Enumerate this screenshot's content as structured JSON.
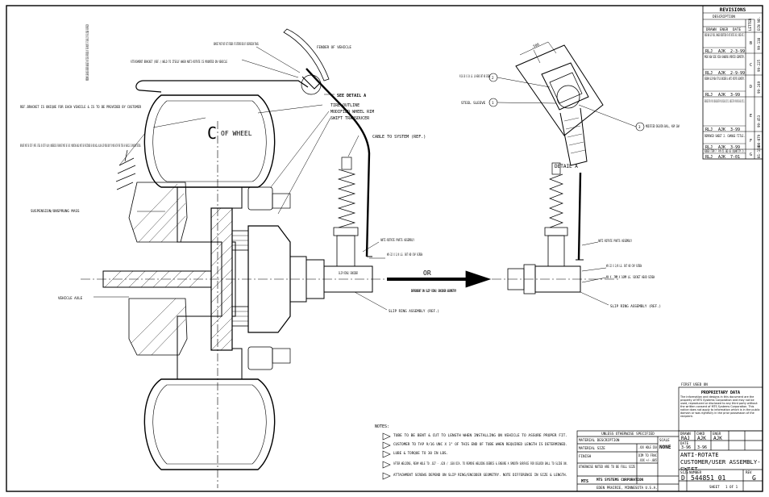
{
  "revisions": {
    "title": "REVISIONS",
    "header_description": "DESCRIPTION",
    "header_letter": "LETTER",
    "header_ecn": "ECN NO.",
    "header_drawn": "DRAWN",
    "header_engr": "ENGR",
    "header_date": "DATE",
    "rows": [
      {
        "desc": "ADDED NEW SLIP RING, CHANGED ORIENTATION OF ANTI-ROTATE ASSY, ADDED SHT 2.",
        "drawn": "RLJ",
        "engr": "AJK",
        "date": "2-3-99",
        "letter": "B",
        "ecn": "99-138"
      },
      {
        "desc": "MADE NEW SIDE VIEW SHOWING UPDATED GEOMETRY.",
        "drawn": "RLJ",
        "engr": "AJK",
        "date": "2-9-99",
        "letter": "C",
        "ecn": "99-225"
      },
      {
        "desc": "REDRAW SLIP/NEW STYLE ENCODER & ANTI-ROTATE GEOMETRY.",
        "drawn": "RLJ",
        "engr": "AJK",
        "date": "3-99",
        "letter": "D",
        "ecn": "99-249"
      },
      {
        "desc": "REPLACED ITEM 4 P/N 54-500-001 WITH P/N 54-502-001 (QTY.2). ADDED ITEM 8 P/N 09-503-003 (QTY.2).",
        "drawn": "RLJ",
        "engr": "AJK",
        "date": "3-99",
        "letter": "E",
        "ecn": "99-453"
      },
      {
        "desc": "REMOVED SHEET 2. CHANGE TITLE.",
        "drawn": "RLJ",
        "engr": "AJK",
        "date": "3-99",
        "letter": "F",
        "ecn": "00-079"
      },
      {
        "desc": "ADDED ITEM 7. P/N 51-302-03 (QUANTITY 2).",
        "drawn": "RLJ",
        "engr": "AJK",
        "date": "7-01",
        "letter": "G",
        "ecn": "01-150"
      }
    ]
  },
  "labels": {
    "fender": "FENDER OF VEHICLE",
    "bracket_note": "BRACKET MUST NOT HIT FENDER AT EXTREME END OF SUSPENSION TRAVEL",
    "attach_note": "ATTACHMENT BRACKET (REF.) WELD TO ITSELF WHEN ANTI-ROTATE IS MOUNTED ON VEHICLE",
    "min_clearance": "MINIMUM CLEARANCE BETWEEN BRACKET AND TIRE DEPENDING ON THE AMOUNT OF TRAVEL IN THE LINKED SUSPENSION",
    "ref_bracket": "REF.BRACKET IS UNIQUE FOR EACH VEHICLE & IS TO BE PROVIDED BY CUSTOMER",
    "bracket_stiff": "BRACKET MUST BE STIFF (PREF. STEEL OR STIFF ALUM.) UNDERSIDE OF BRACKET MUST BE FLAT. MOUNTING HOLE MUST BE POSITIONED SO ROD WILL ALLOW SLIP RING BODY TO MOVE WITH THE TIRE AS VEHICLE IS MOVING/TESTING.",
    "see_detail": "SEE DETAIL A",
    "tire_outline": "TIRE OUTLINE",
    "wheel_rim": "MODIFIED WHEEL RIM",
    "swift": "SWIFT TRANSDUCER",
    "cable": "CABLE TO SYSTEM (REF.)",
    "cl_wheel": "OF WHEEL",
    "cl_symbol": "C",
    "suspension": "SUSPENSION/UNSPRUNG MASS",
    "vehicle_axle": "VEHICLE AXLE",
    "anti_rotate": "ANTI-ROTATE PARTS ASSEMBLY",
    "screw_left": "#8-32 X 1/4 LG. SKT HD CAP SCREW",
    "slip_ring_label": "SLIP RING/ ENCODER",
    "slip_assy": "SLIP RING ASSEMBLY (REF.)",
    "or_label": "OR",
    "dependent": "DEPENDENT ON SLIP RING/ ENCODER GEOMETRY",
    "screw_right1": "#8-32 X 3/8 LG. SKT HD CAP SCREW",
    "screw_right2": "M4 X .7MM X 16MM LG. SOCKET HEAD SCREW",
    "slip_assy_right": "SLIP RING ASSEMBLY (REF.)",
    "anti_rotate_right": "ANTI-ROTATE PARTS ASSEMBLY",
    "detail_title": "DETAIL A",
    "detail_screw": "9/16-18 X 3/4 LG. LO-HEAD SKT HD SCREW",
    "steel_sleeve": "STEEL SLEEVE",
    "delrin": "MODIFIED DELRIN BALL, ASM 10A",
    "detail_dim": ".500",
    "balloon_2": "2",
    "balloon_1": "1",
    "balloon_3": "3"
  },
  "notes": {
    "title": "NOTES:",
    "items": [
      "TUBE TO BE BENT & CUT TO LENGTH WHEN INSTALLING ON VEHICLE TO ASSURE PROPER FIT.",
      "CUSTOMER TO TAP 9/16 UNC X 1\" OF THIS END OF TUBE WHEN REQUIRED LENGTH IS DETERMINED.",
      "LUBE & TORQUE TO 30 IN LBS.",
      "AFTER WELDING, REAM HOLE TO .627 - .628 / .630 DIA. TO REMOVE WELDING DEBRIS & ENSURE A SMOOTH SURFACE FOR DELRIN BALL TO SLIDE ON.",
      "ATTACHMENT SCREWS DEPEND ON SLIP RING/ENCODER GEOMETRY. NOTE DIFFERENCE IN SIZE & LENGTH."
    ]
  },
  "proprietary": {
    "title": "PROPRIETARY DATA",
    "body": "The information and designs in this document are the property of MTS Systems Corporation and may not be used, reproduced or disclosed to any third party without the written consent of MTS Systems Corporation. This notice does not apply to information which is in the public domain or was rightfully in the prior possession of the recipient."
  },
  "title_block": {
    "unless": "UNLESS OTHERWISE SPECIFIED",
    "material_desc": "MATERIAL DESCRIPTION",
    "material_size": "MATERIAL SIZE",
    "finish": "FINISH",
    "xxx": ".XXX HOLE DIA",
    "tol_a": "DIM TO FRAC",
    "tol_b": ".XXX +/-.005",
    "scale_label": "SCALE",
    "scale_value": "NONE",
    "drawn_label": "DRAWN",
    "drawn_value": "RAJ",
    "chkd_label": "CHKD",
    "chkd_value": "AJK",
    "engr_label": "ENGR",
    "engr_value": "AJK",
    "date_label": "DATE",
    "date1": "3-96",
    "date2": "3-96",
    "title": "ANTI-ROTATE CUSTOMER/USER ASSEMBLY-SWIFT",
    "company": "MTS SYSTEMS CORPORATION",
    "city": "EDEN PRAIRIE, MINNESOTA U.S.A.",
    "size_label": "SIZE",
    "size_value": "D",
    "dwg_label": "NUMBER",
    "dwg_number": "544851 01",
    "rev_label": "REV",
    "rev_value": "G",
    "sheet_label": "SHEET",
    "sheet_value": "1 OF 1",
    "first_used": "FIRST USED ON",
    "material_note": "OTHERWISE NOTED ARE TO BE FULL SIZE",
    "part_label": "MTS"
  }
}
